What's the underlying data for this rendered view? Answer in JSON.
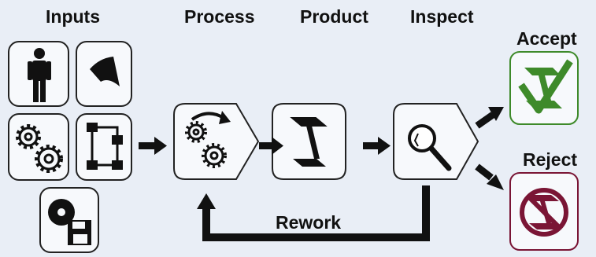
{
  "labels": {
    "inputs": "Inputs",
    "process": "Process",
    "product": "Product",
    "inspect": "Inspect",
    "accept": "Accept",
    "reject": "Reject",
    "rework": "Rework"
  },
  "icons": {
    "inputs": [
      "person-icon",
      "material-icon",
      "machinery-gears-icon",
      "method-flowchart-icon",
      "software-disk-icon"
    ],
    "process": "gears-rotating-icon",
    "product": "steel-beam-icon",
    "inspect": "magnifier-icon",
    "accept": "beam-checkmark-icon",
    "reject": "beam-prohibited-icon"
  },
  "colors": {
    "accept": "#3e8a2a",
    "reject": "#7a1535",
    "arrow": "#111111",
    "background": "#e9eef6"
  }
}
